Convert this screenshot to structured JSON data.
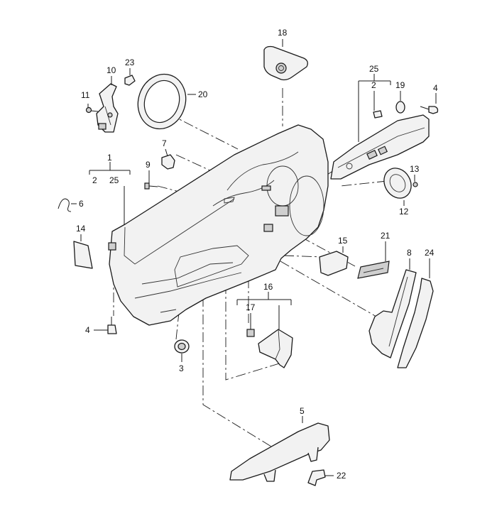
{
  "diagram": {
    "callouts": [
      {
        "id": "c18",
        "text": "18"
      },
      {
        "id": "c23",
        "text": "23"
      },
      {
        "id": "c10",
        "text": "10"
      },
      {
        "id": "c11",
        "text": "11"
      },
      {
        "id": "c20",
        "text": "20"
      },
      {
        "id": "c25t",
        "text": "25"
      },
      {
        "id": "c2t",
        "text": "2"
      },
      {
        "id": "c19",
        "text": "19"
      },
      {
        "id": "c4t",
        "text": "4"
      },
      {
        "id": "c7",
        "text": "7"
      },
      {
        "id": "c9",
        "text": "9"
      },
      {
        "id": "c1",
        "text": "1"
      },
      {
        "id": "c2l",
        "text": "2"
      },
      {
        "id": "c25l",
        "text": "25"
      },
      {
        "id": "c13",
        "text": "13"
      },
      {
        "id": "c6",
        "text": "6"
      },
      {
        "id": "c12",
        "text": "12"
      },
      {
        "id": "c14",
        "text": "14"
      },
      {
        "id": "c15",
        "text": "15"
      },
      {
        "id": "c21",
        "text": "21"
      },
      {
        "id": "c8",
        "text": "8"
      },
      {
        "id": "c24",
        "text": "24"
      },
      {
        "id": "c16",
        "text": "16"
      },
      {
        "id": "c17",
        "text": "17"
      },
      {
        "id": "c4b",
        "text": "4"
      },
      {
        "id": "c3",
        "text": "3"
      },
      {
        "id": "c5",
        "text": "5"
      },
      {
        "id": "c22",
        "text": "22"
      }
    ]
  }
}
